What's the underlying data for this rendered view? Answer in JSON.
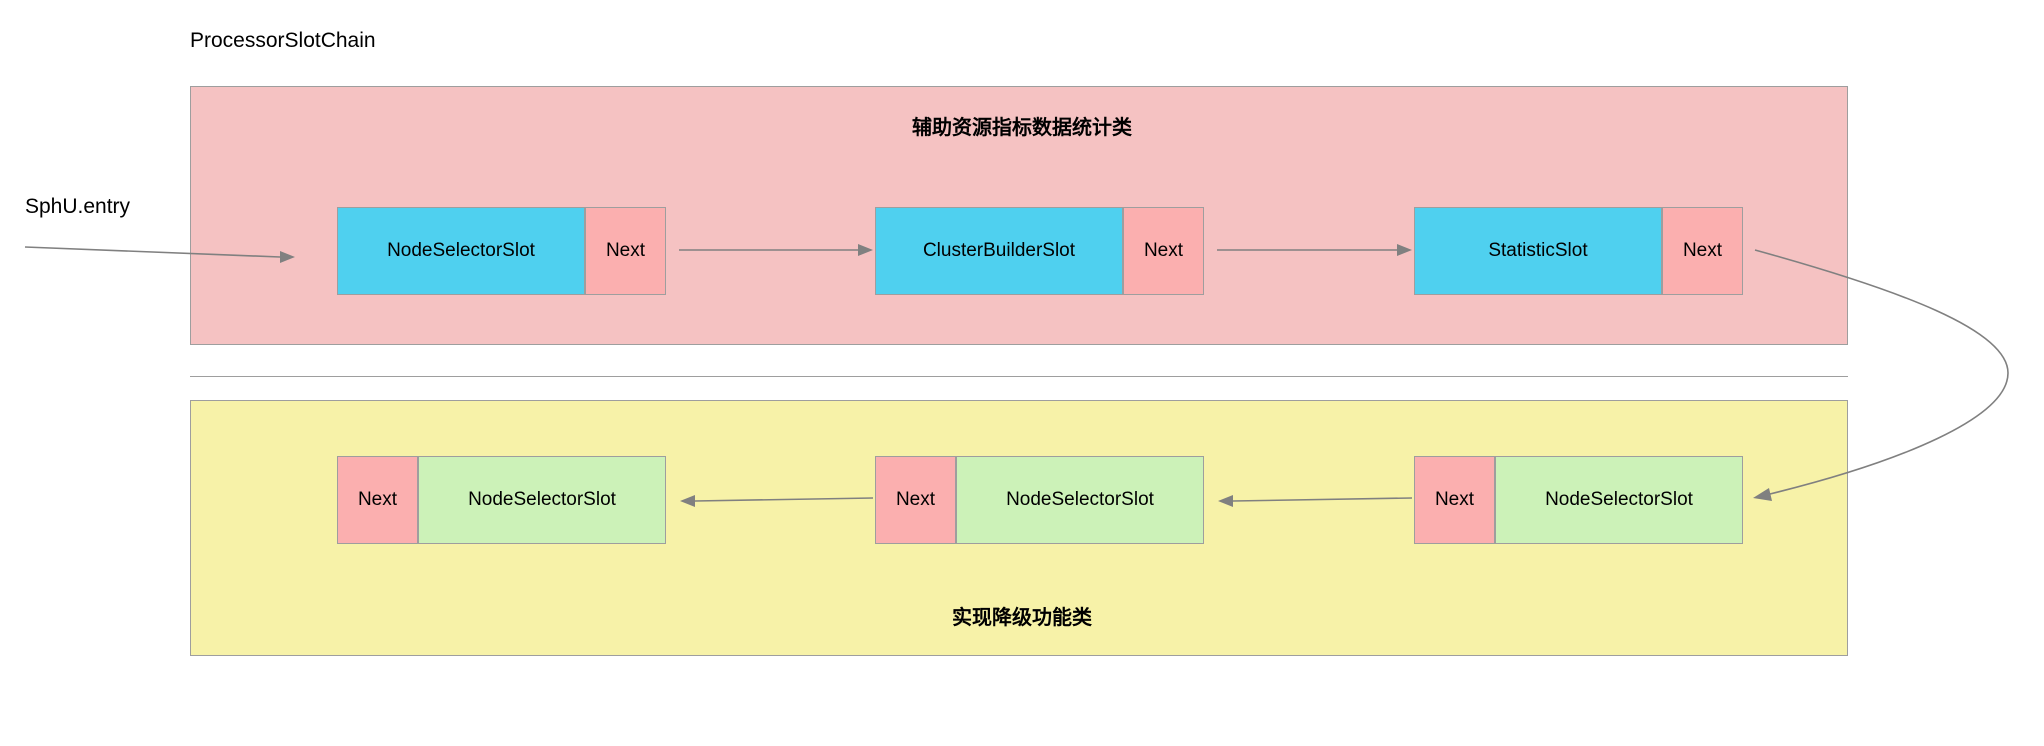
{
  "diagram": {
    "title": "ProcessorSlotChain",
    "entry_label": "SphU.entry",
    "type": "flow-diagram"
  },
  "colors": {
    "panel_top_bg": "#f5c2c2",
    "panel_bottom_bg": "#f7f2a8",
    "slot_top_fill": "#4fd0ef",
    "slot_bottom_fill": "#ccf2b8",
    "next_fill": "#fbafaf",
    "border": "#9e9e9e",
    "connector": "#808080"
  },
  "panels": {
    "top": {
      "caption": "辅助资源指标数据统计类",
      "slots": [
        {
          "name": "NodeSelectorSlot",
          "next_label": "Next",
          "order": "main-then-next"
        },
        {
          "name": "ClusterBuilderSlot",
          "next_label": "Next",
          "order": "main-then-next"
        },
        {
          "name": "StatisticSlot",
          "next_label": "Next",
          "order": "main-then-next"
        }
      ]
    },
    "bottom": {
      "caption": "实现降级功能类",
      "slots": [
        {
          "name": "NodeSelectorSlot",
          "next_label": "Next",
          "order": "next-then-main"
        },
        {
          "name": "NodeSelectorSlot",
          "next_label": "Next",
          "order": "next-then-main"
        },
        {
          "name": "NodeSelectorSlot",
          "next_label": "Next",
          "order": "next-then-main"
        }
      ]
    }
  },
  "connectors": [
    {
      "id": "entry-arrow",
      "from": "SphU.entry",
      "to": "top-slot-1",
      "direction": "right"
    },
    {
      "id": "top-1-to-2",
      "from": "top-slot-1-next",
      "to": "top-slot-2",
      "direction": "right"
    },
    {
      "id": "top-2-to-3",
      "from": "top-slot-2-next",
      "to": "top-slot-3",
      "direction": "right"
    },
    {
      "id": "wrap-around",
      "from": "top-slot-3-next",
      "to": "bottom-slot-3",
      "direction": "curve-right-down"
    },
    {
      "id": "bottom-3-to-2",
      "from": "bottom-slot-3-next",
      "to": "bottom-slot-2",
      "direction": "left"
    },
    {
      "id": "bottom-2-to-1",
      "from": "bottom-slot-2-next",
      "to": "bottom-slot-1",
      "direction": "left"
    }
  ]
}
